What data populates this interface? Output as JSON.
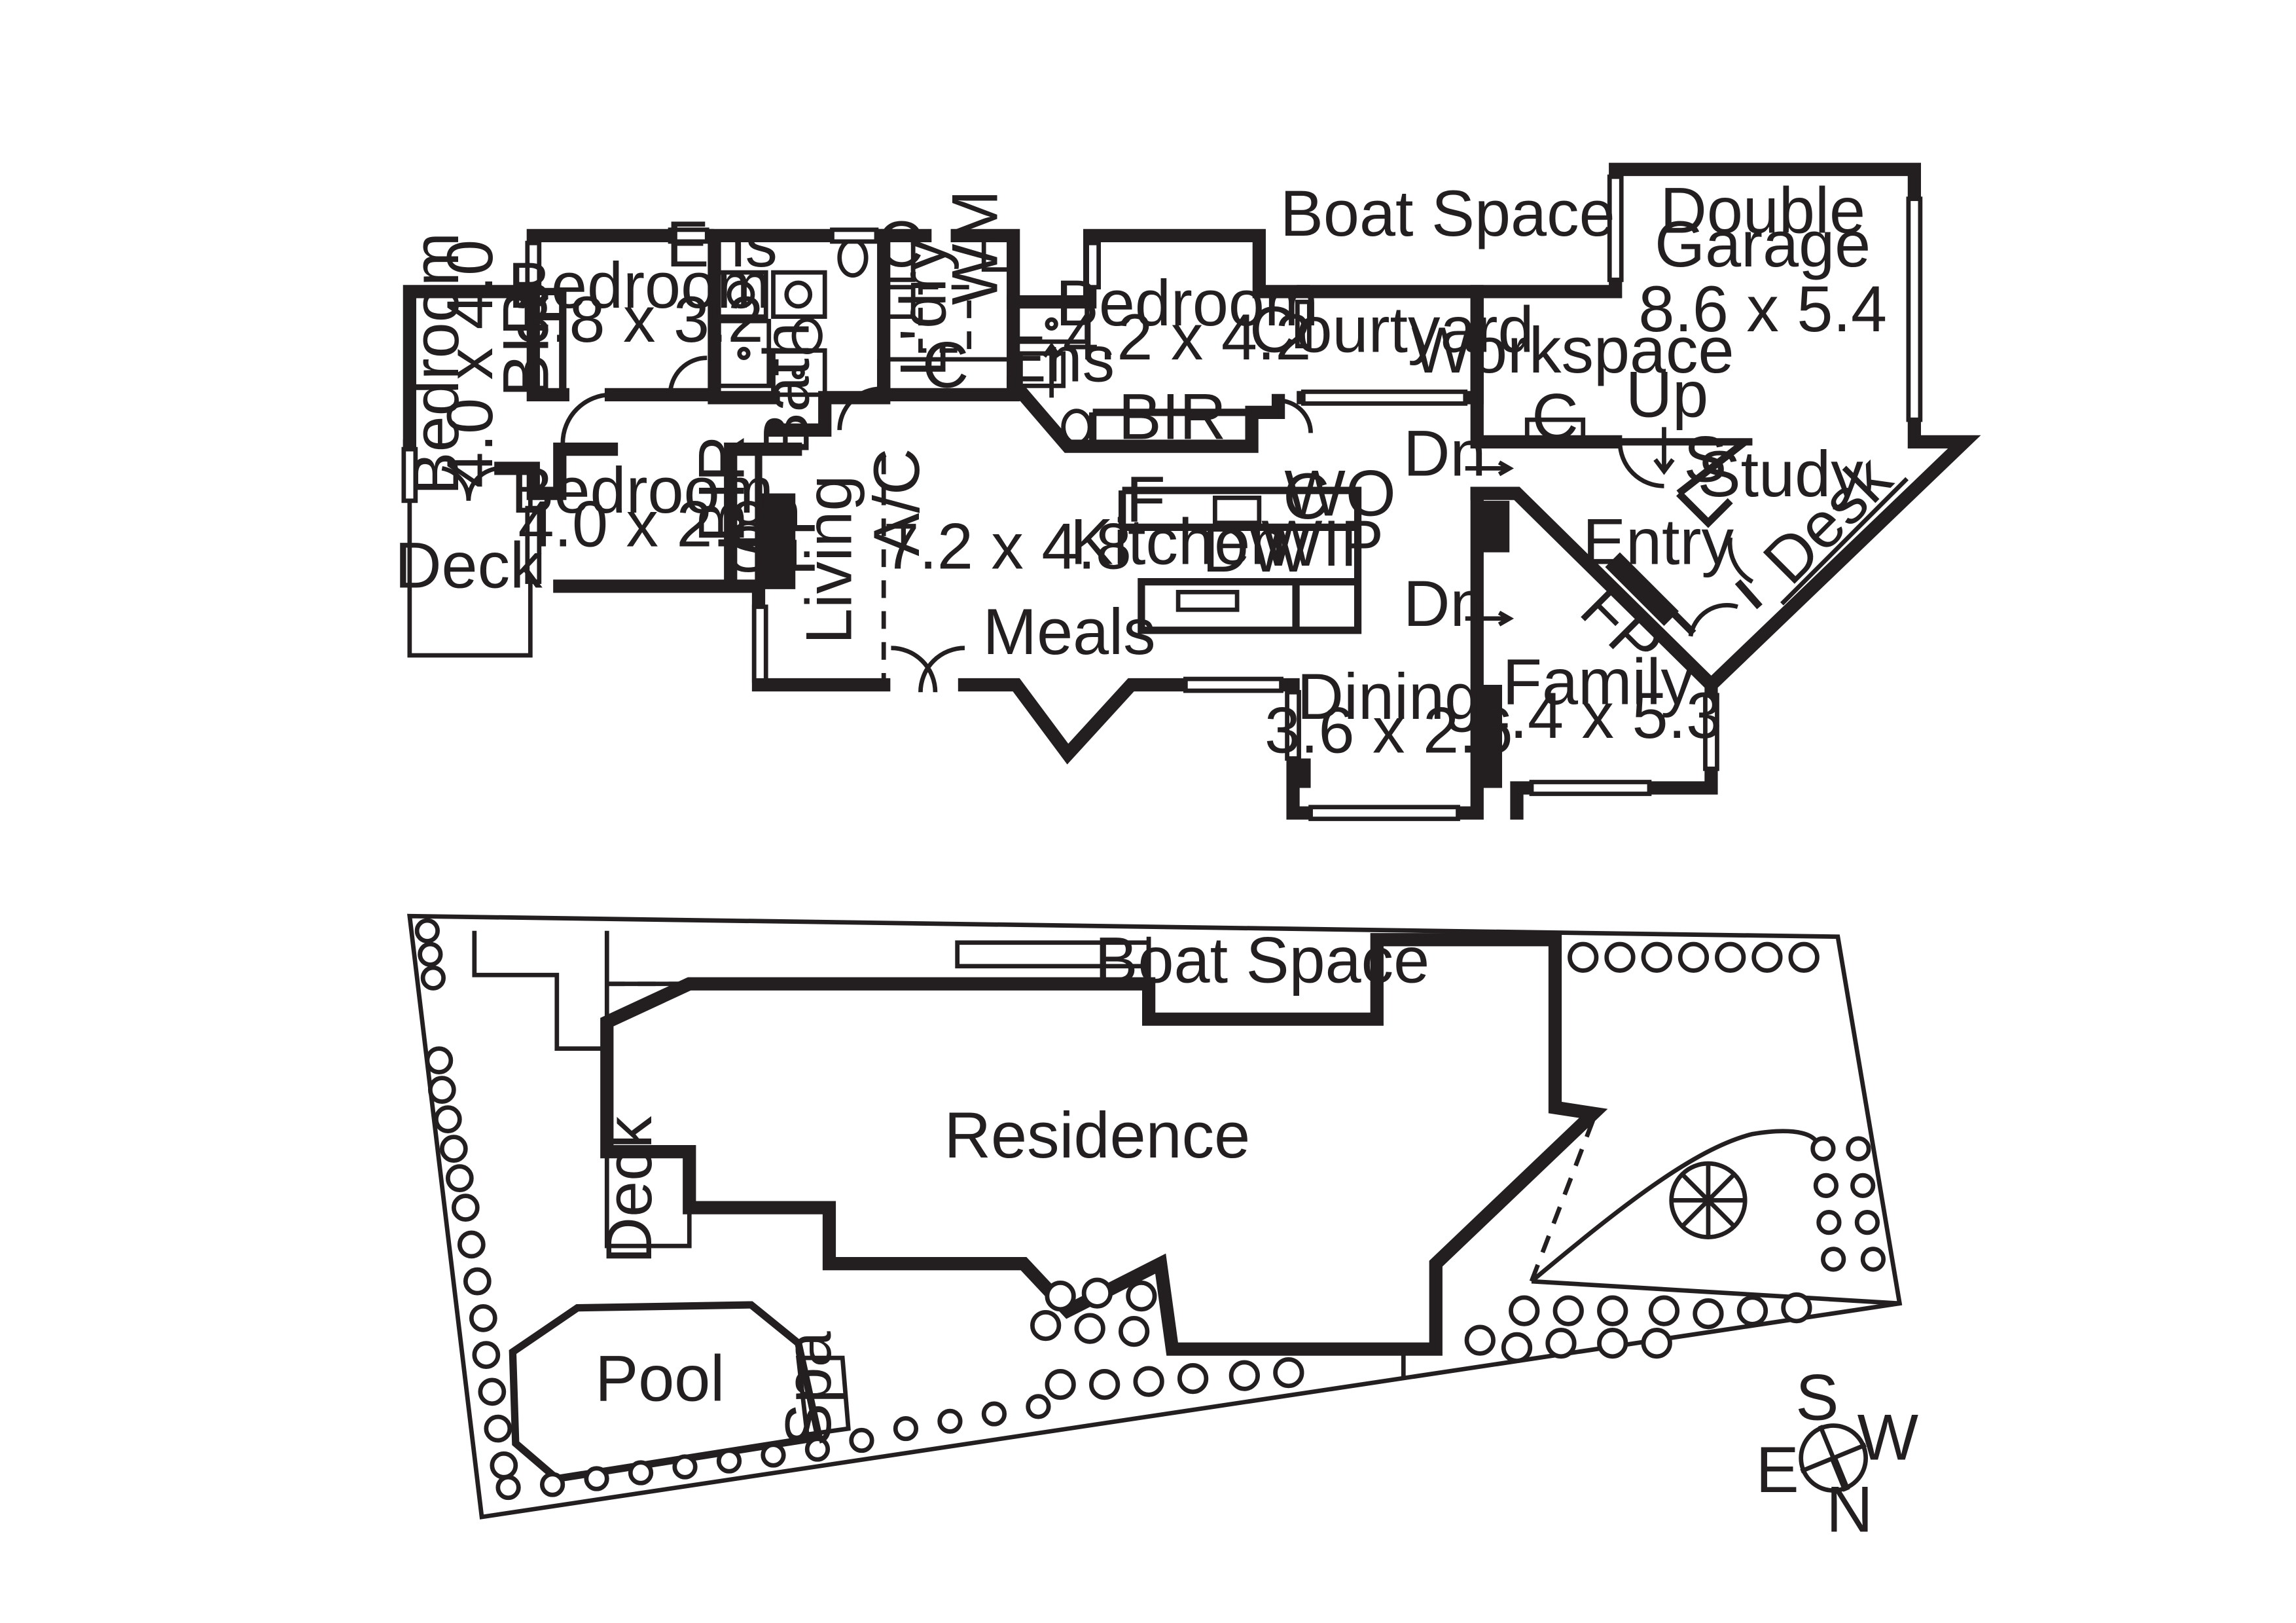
{
  "floor_plan": {
    "rooms": {
      "boat_space": "Boat Space",
      "double_garage_l1": "Double",
      "double_garage_l2": "Garage",
      "double_garage_size": "8.6 x 5.4",
      "courtyard": "Courtyard",
      "workspace": "Workspace",
      "study": "Study",
      "desk": "Desk",
      "entry": "Entry",
      "family": "Family",
      "family_size": "4.4 x 5.3",
      "family_fp": "FP",
      "dining": "Dining",
      "dining_size": "3.6 x 2.6",
      "meals": "Meals",
      "living_meals_size": "7.2 x 4.8",
      "kitchen": "Kitchen",
      "kitchen_f": "F",
      "kitchen_c": "C",
      "kitchen_wo": "WO",
      "kitchen_dw": "DW",
      "kitchen_wip": "WIP",
      "ac": "A/C",
      "living": "Living",
      "living_fp": "FP",
      "bed_ne": "Bedroom",
      "bed_ne_size": "4.2 x 4.2",
      "bed_ne_bir": "BIR",
      "bed_ne_ens": "Ens",
      "laundry": "L'dry",
      "laundry_wm": "WM",
      "laundry_c": "C",
      "hall_c": "C",
      "bath": "Bath",
      "bed_main": "Bedroom",
      "bed_main_size": "3.8 x 3.2",
      "bed_main_ens": "Ens",
      "bed_main_bir": "BIR",
      "bed_w": "Bedroom",
      "bed_w_size": "4.0 x 4.0",
      "bed_sw": "Bedroom",
      "bed_sw_size": "4.0 x 2.8",
      "bed_sw_bir": "BIR",
      "bed_sw_s": "S",
      "deck": "Deck",
      "workspace_c": "C",
      "study_s": "S",
      "up": "Up",
      "dn_1": "Dn",
      "dn_2": "Dn"
    }
  },
  "site_plan": {
    "labels": {
      "boat_space": "Boat Space",
      "residence": "Residence",
      "deck": "Deck",
      "pool": "Pool",
      "spa": "Spa"
    }
  },
  "compass": {
    "s": "S",
    "w": "W",
    "e": "E",
    "n": "N"
  }
}
